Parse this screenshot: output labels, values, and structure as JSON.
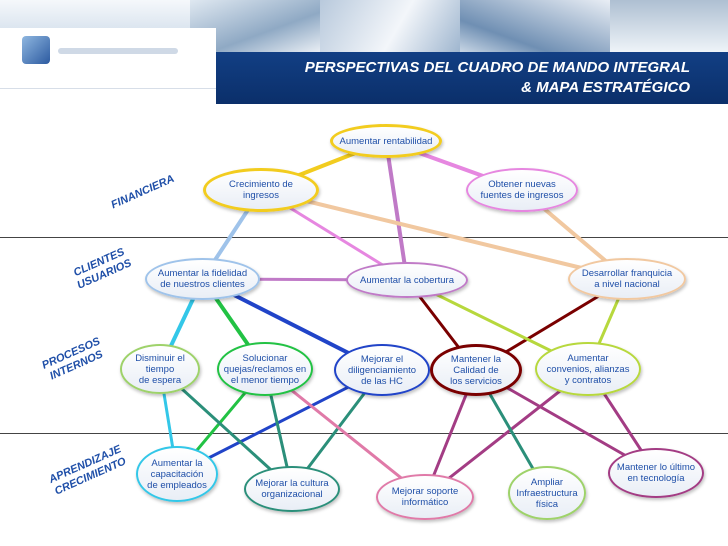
{
  "header": {
    "title_line1": "PERSPECTIVAS DEL CUADRO DE MANDO INTEGRAL",
    "title_line2": "& MAPA ESTRATÉGICO"
  },
  "perspectives": {
    "financiera": "FINANCIERA",
    "clientes": "CLIENTES\nUSUARIOS",
    "procesos": "PROCESOS\nINTERNOS",
    "aprendizaje": "APRENDIZAJE\nCRECIMIENTO"
  },
  "nodes": {
    "rentabilidad": "Aumentar rentabilidad",
    "crecimiento": "Crecimiento de\ningresos",
    "fuentes": "Obtener nuevas\nfuentes de ingresos",
    "fidelidad": "Aumentar la fidelidad\nde nuestros clientes",
    "cobertura": "Aumentar la cobertura",
    "franquicia": "Desarrollar franquicia\na nivel nacional",
    "espera": "Disminuir el\ntiempo\nde espera",
    "quejas": "Solucionar\nquejas/reclamos en\nel menor tiempo",
    "diligenciamiento": "Mejorar el\ndiligenciamiento\nde las HC",
    "calidad": "Mantener la\nCalidad de\nlos servicios",
    "convenios": "Aumentar\nconvenios, alianzas\ny contratos",
    "capacitacion": "Aumentar la\ncapacitación\nde empleados",
    "cultura": "Mejorar la cultura\norganizacional",
    "soporte": "Mejorar soporte\ninformático",
    "infraestructura": "Ampliar\nInfraestructura\nfísica",
    "tecnologia": "Mantener lo último\nen tecnología"
  },
  "colors": {
    "title_bar": "#0b2f6a",
    "label_blue": "#1f4fa8",
    "border_yellow": "#f2cc1f",
    "border_pink": "#e687e0",
    "border_lightblue": "#9fc3ea",
    "border_purple": "#c07ac7",
    "border_orange": "#f1c8a0",
    "border_green": "#9ed26a",
    "border_cyan": "#33c7e8",
    "border_brightgreen": "#22c244",
    "border_blue": "#2144c8",
    "border_darkred": "#7a0000",
    "border_lime": "#b7d83d",
    "border_plum": "#a33c84",
    "border_teal": "#2b8f7a"
  }
}
